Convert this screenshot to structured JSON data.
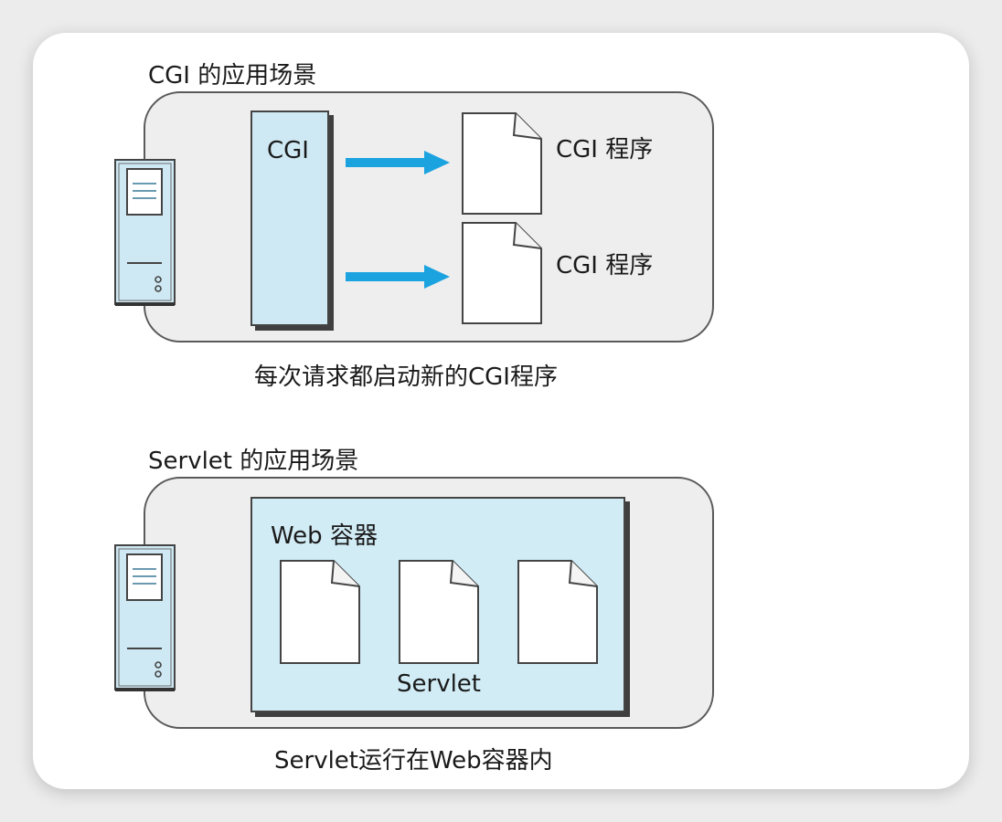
{
  "cgi_scene": {
    "title": "CGI 的应用场景",
    "box_label": "CGI",
    "programs": [
      {
        "label": "CGI 程序"
      },
      {
        "label": "CGI 程序"
      }
    ],
    "caption": "每次请求都启动新的CGI程序"
  },
  "servlet_scene": {
    "title": "Servlet 的应用场景",
    "container_label": "Web 容器",
    "documents_label": "Servlet",
    "caption": "Servlet运行在Web容器内"
  },
  "icons": {
    "server": "server-tower-icon",
    "document": "document-page-icon",
    "arrow": "arrow-right-icon"
  },
  "colors": {
    "scene_bg": "#eeeeee",
    "container_bg": "#d2ecf6",
    "arrow": "#1ba3e0"
  }
}
